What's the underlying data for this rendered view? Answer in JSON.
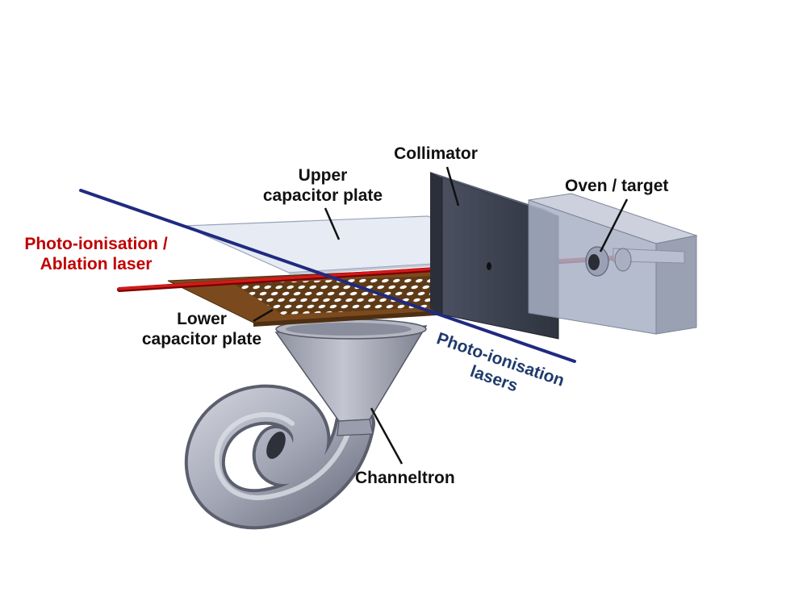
{
  "labels": {
    "collimator": "Collimator",
    "upper_plate_1": "Upper",
    "upper_plate_2": "capacitor plate",
    "oven": "Oven / target",
    "ablation_1": "Photo-ionisation /",
    "ablation_2": "Ablation laser",
    "lower_plate_1": "Lower",
    "lower_plate_2": "capacitor plate",
    "pi_lasers_1": "Photo-ionisation",
    "pi_lasers_2": "lasers",
    "channeltron": "Channeltron"
  },
  "colors": {
    "ablation_laser": "#c00000",
    "pi_laser": "#1f2a80",
    "pi_label": "#1f3a6e",
    "ablation_label": "#c00000",
    "plate_upper": "#dfe4f0",
    "plate_lower": "#7a4a1e",
    "collimator": "#3c4250",
    "oven": "#a8b0c4",
    "channeltron": "#a9abb8"
  }
}
